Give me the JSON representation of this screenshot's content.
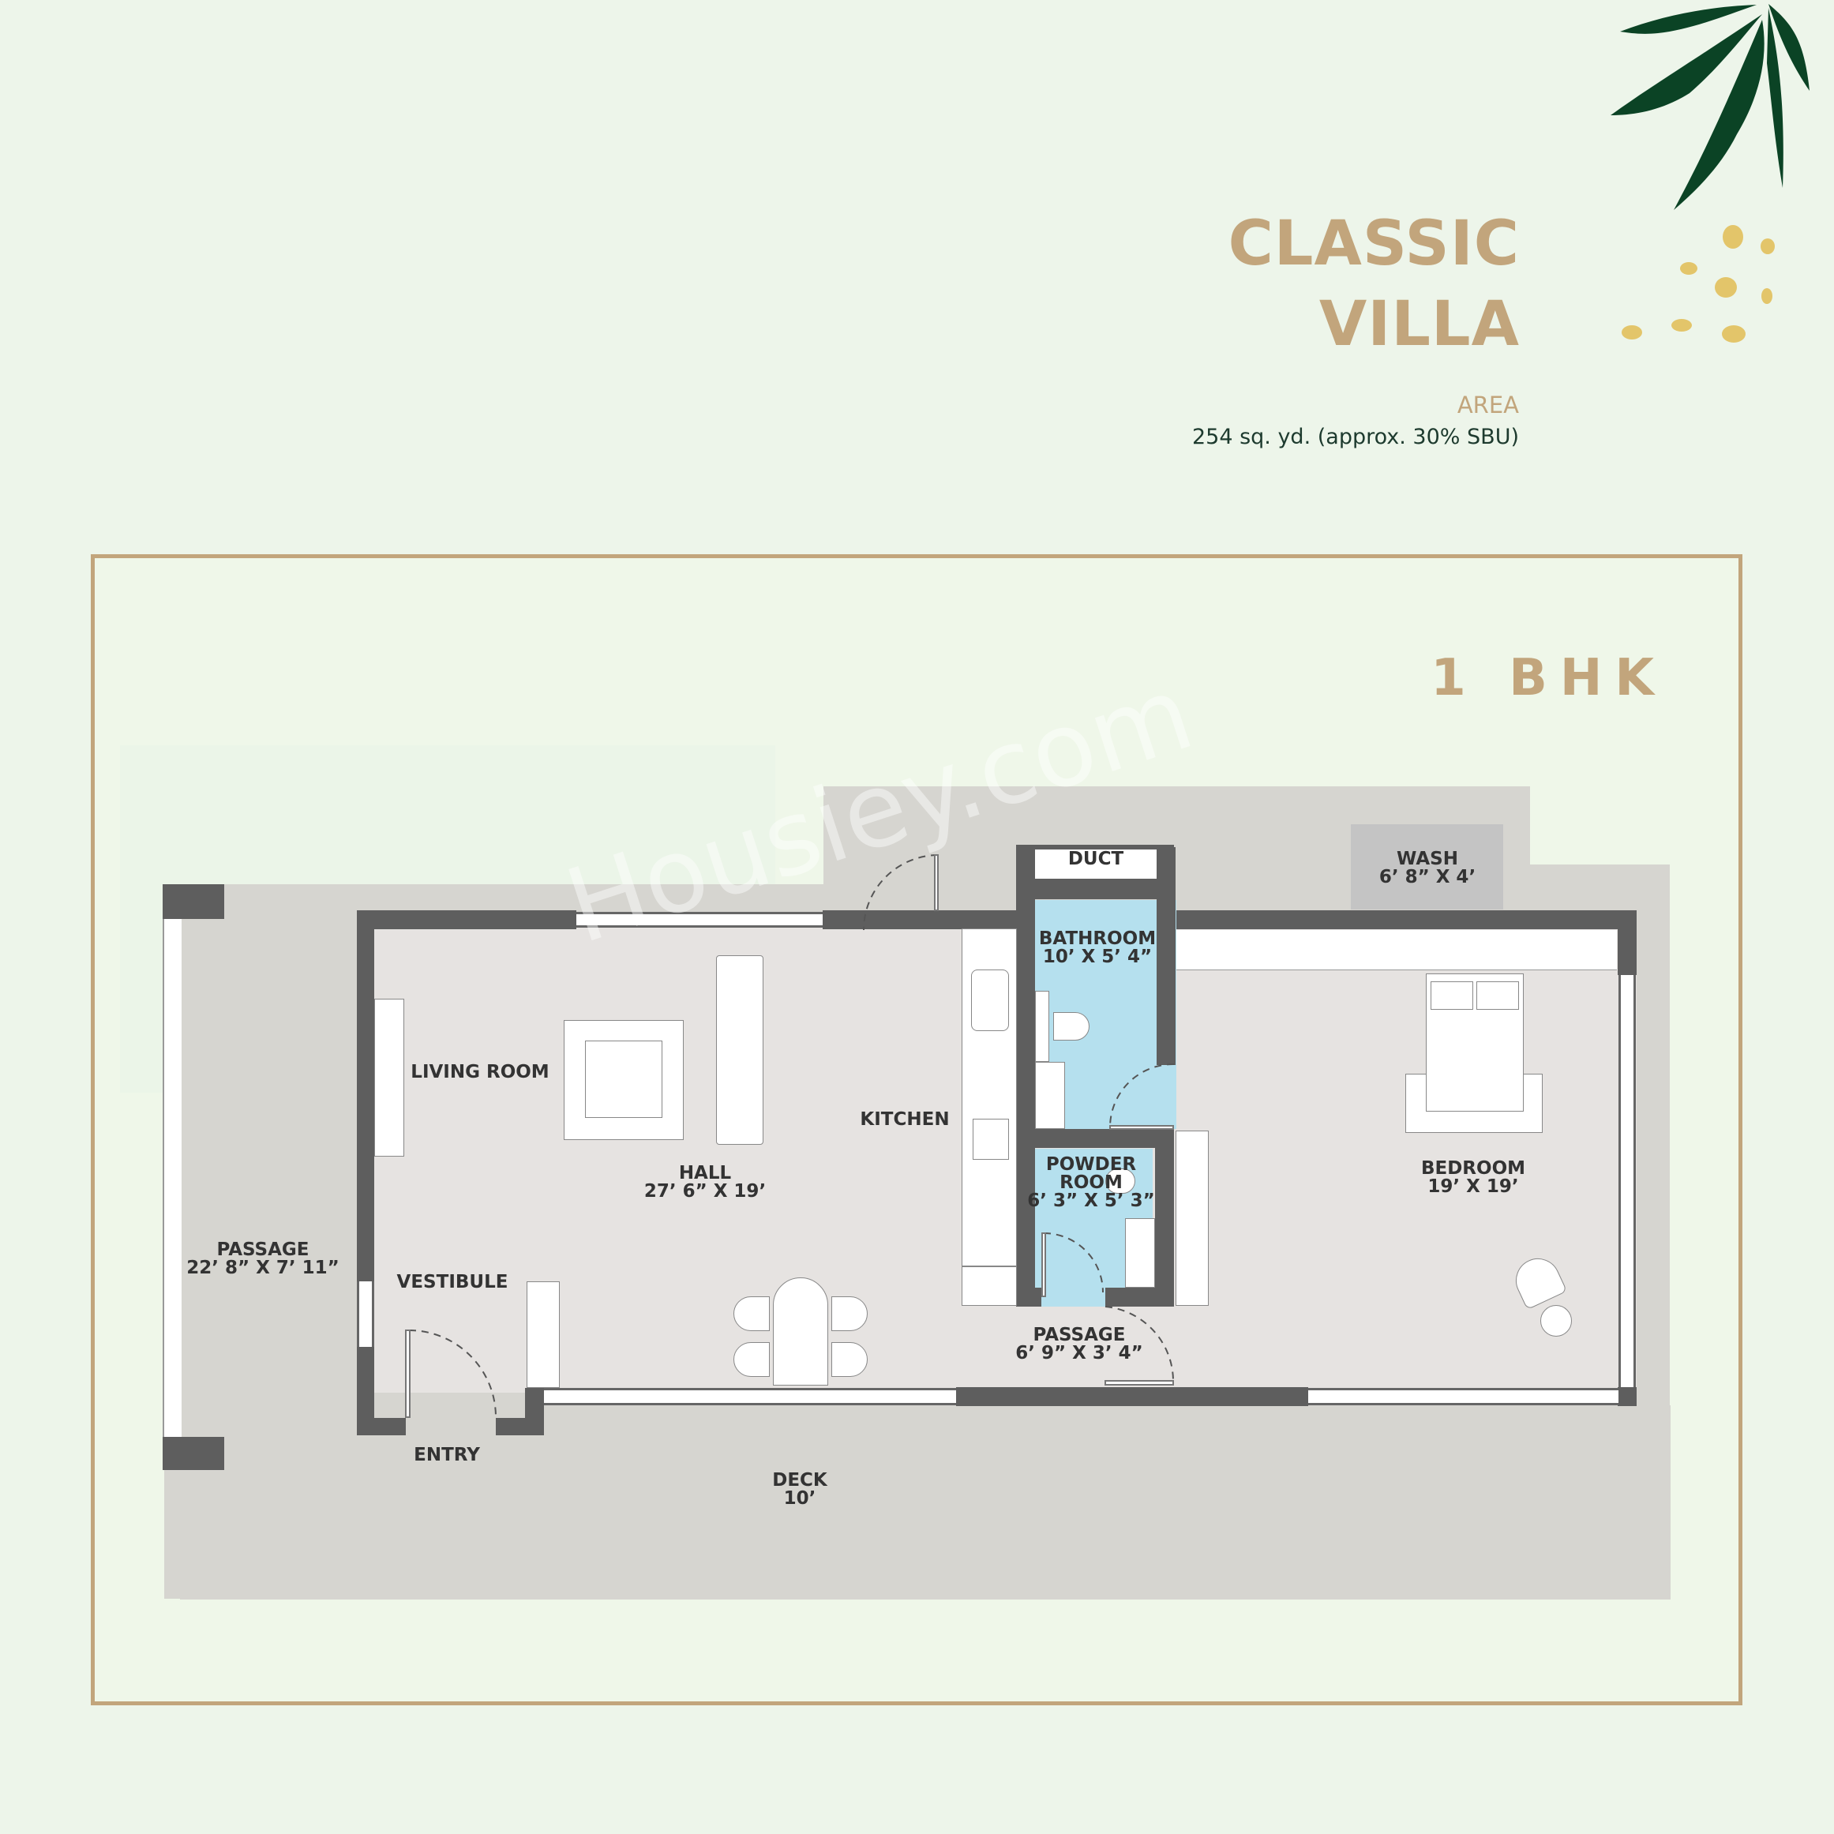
{
  "header": {
    "title_line1": "CLASSIC",
    "title_line2": "VILLA",
    "area_label": "AREA",
    "area_value": "254 sq. yd. (approx. 30% SBU)"
  },
  "plan": {
    "type_label": "1 BHK",
    "watermark": "Housiey.com",
    "rooms": {
      "duct": {
        "name": "DUCT"
      },
      "wash": {
        "name": "WASH",
        "size": "6’ 8” X 4’"
      },
      "bathroom": {
        "name": "BATHROOM",
        "size": "10’ X 5’ 4”"
      },
      "living_room": {
        "name": "LIVING ROOM"
      },
      "kitchen": {
        "name": "KITCHEN"
      },
      "hall": {
        "name": "HALL",
        "size": "27’ 6” X 19’"
      },
      "powder_room": {
        "name_line1": "POWDER",
        "name_line2": "ROOM",
        "size": "6’ 3” X 5’ 3”"
      },
      "bedroom": {
        "name": "BEDROOM",
        "size": "19’ X 19’"
      },
      "passage_left": {
        "name": "PASSAGE",
        "size": "22’ 8” X 7’ 11”"
      },
      "vestibule": {
        "name": "VESTIBULE"
      },
      "passage_inner": {
        "name": "PASSAGE",
        "size": "6’ 9” X 3’ 4”"
      },
      "entry": {
        "name": "ENTRY"
      },
      "deck": {
        "name": "DECK",
        "size": "10’"
      }
    }
  },
  "colors": {
    "background": "#edf5ea",
    "gold": "#c2a57c",
    "wall": "#5e5e5e",
    "floor": "#e6e3e1",
    "outdoor": "#d6d5d0",
    "wet_area": "#b5e0ee",
    "wash": "#c4c4c4",
    "leaf": "#0b4325",
    "seed": "#e3c56a",
    "text_dark": "#1d3a2e"
  }
}
